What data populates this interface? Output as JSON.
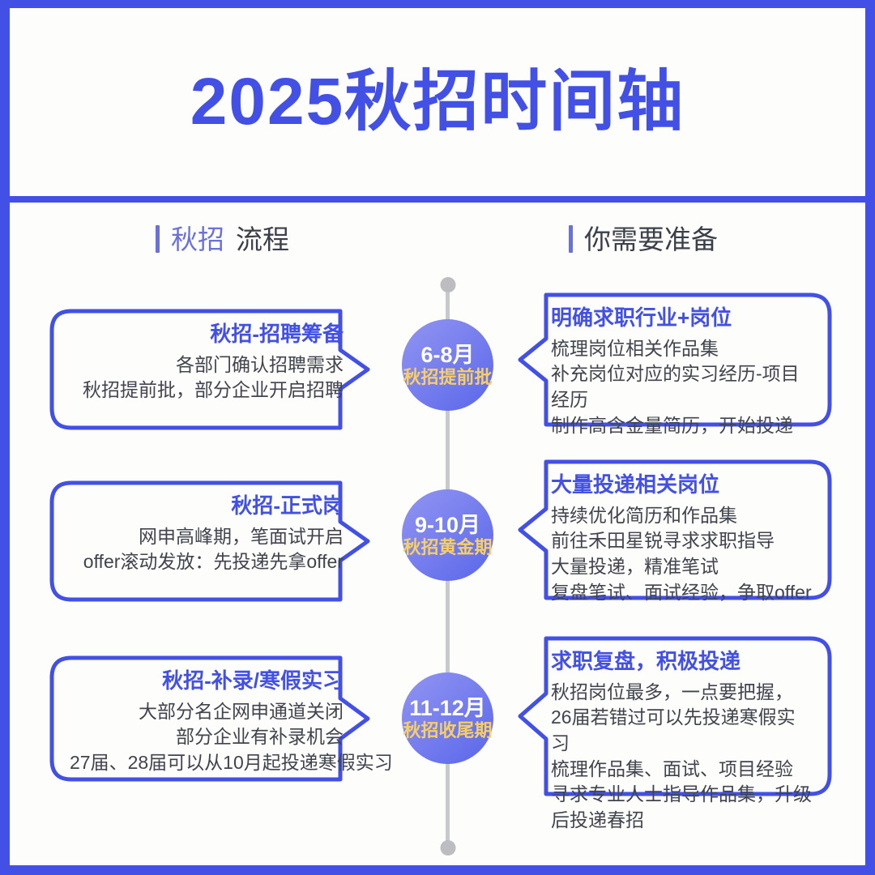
{
  "theme": {
    "frame_blue": "#4250e6",
    "panel_bg": "#fdfdfb",
    "accent_blue": "#4250e6",
    "heading_accent": "#6a71d8",
    "heading_plain": "#3b3f4a",
    "node_gradient_from": "#9094f2",
    "node_gradient_to": "#5a66e9",
    "node_phase_gold": "#f7cf62",
    "spine_gray": "#c8c9cc",
    "body_text": "#40444e"
  },
  "header": {
    "title": "2025秋招时间轴"
  },
  "columns": {
    "left": {
      "accent": "秋招",
      "plain": "流程"
    },
    "right": {
      "accent": "",
      "plain": "你需要准备"
    }
  },
  "timeline": [
    {
      "node": {
        "month": "6-8月",
        "phase": "秋招提前批"
      },
      "left": {
        "title": "秋招-招聘筹备",
        "lines": [
          "各部门确认招聘需求",
          "秋招提前批，部分企业开启招聘"
        ]
      },
      "right": {
        "title": "明确求职行业+岗位",
        "lines": [
          "梳理岗位相关作品集",
          "补充岗位对应的实习经历-项目经历",
          "制作高含金量简历，开始投递"
        ]
      }
    },
    {
      "node": {
        "month": "9-10月",
        "phase": "秋招黄金期"
      },
      "left": {
        "title": "秋招-正式岗",
        "lines": [
          "网申高峰期，笔面试开启",
          "offer滚动发放：先投递先拿offer"
        ]
      },
      "right": {
        "title": "大量投递相关岗位",
        "lines": [
          "持续优化简历和作品集",
          "前往禾田星锐寻求求职指导",
          "大量投递，精准笔试",
          "复盘笔试、面试经验，争取offer"
        ]
      }
    },
    {
      "node": {
        "month": "11-12月",
        "phase": "秋招收尾期"
      },
      "left": {
        "title": "秋招-补录/寒假实习",
        "lines": [
          "大部分名企网申通道关闭",
          "部分企业有补录机会",
          "27届、28届可以从10月起投递寒假实习"
        ]
      },
      "right": {
        "title": "求职复盘，积极投递",
        "lines": [
          "秋招岗位最多，一点要把握，26届若错过可以先投递寒假实习",
          "梳理作品集、面试、项目经验",
          "寻求专业人士指导作品集，升级后投递春招"
        ]
      }
    }
  ]
}
